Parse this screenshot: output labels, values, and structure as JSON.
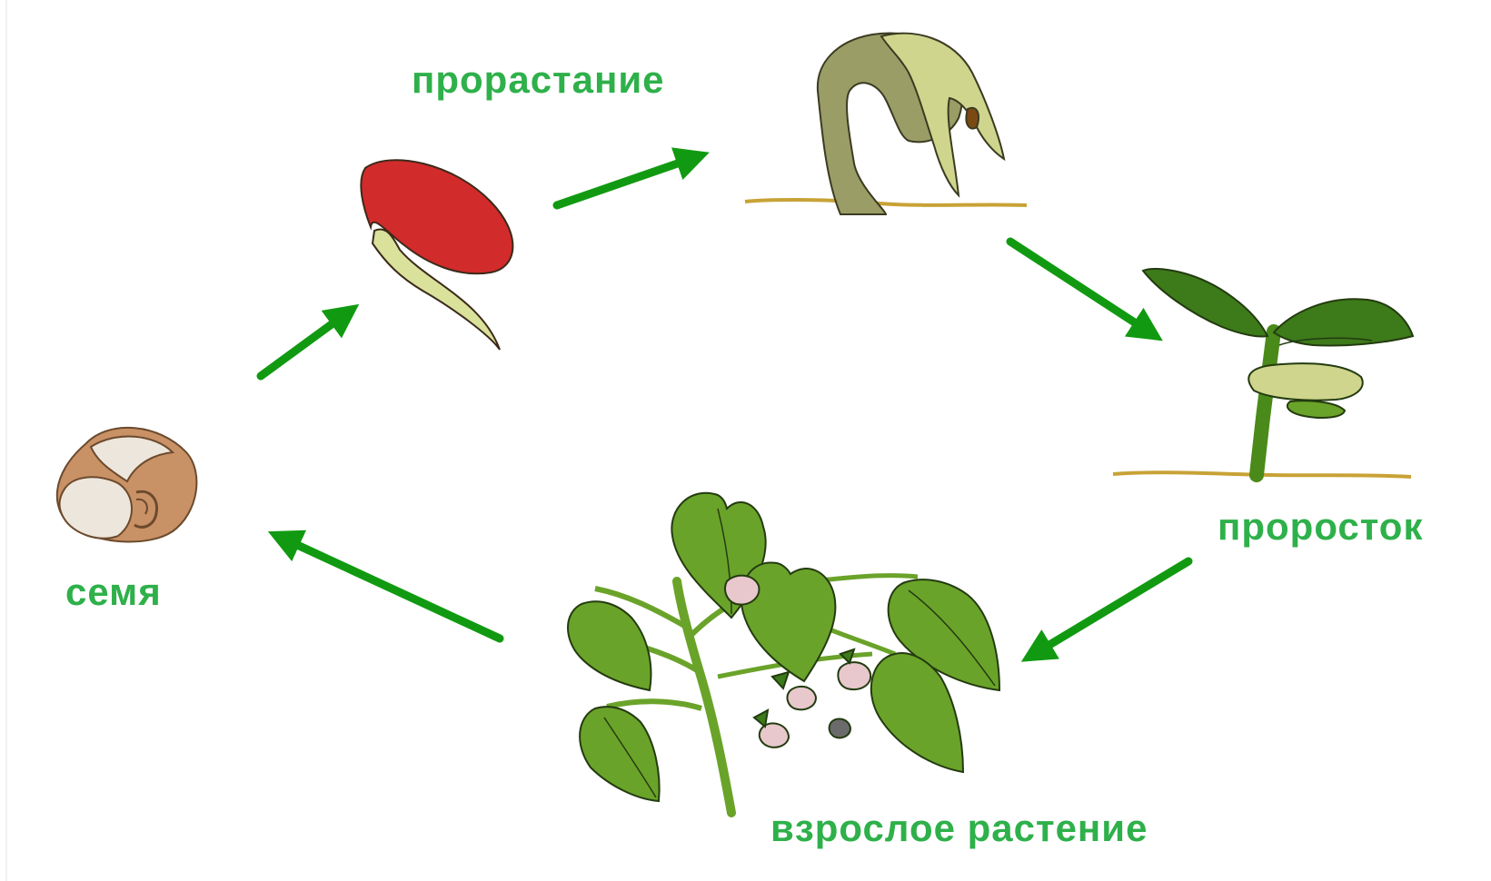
{
  "title": "",
  "colors": {
    "label": "#2eb04a",
    "arrow": "#119a11",
    "seed_coat": "#c99166",
    "seed_inner": "#ede6dc",
    "germ_red": "#d22b2b",
    "root": "#d9e19b",
    "hook_stem": "#9a9d66",
    "cotyledon": "#cfd58c",
    "soil": "#c8a236",
    "leaf_dark": "#3d7a1a",
    "leaf": "#6aa329",
    "flower": "#e8c8cc"
  },
  "stages": [
    {
      "id": "seed",
      "label": "семя"
    },
    {
      "id": "germination",
      "label": "прорастание"
    },
    {
      "id": "seedling",
      "label": "проросток"
    },
    {
      "id": "adult",
      "label": "взрослое растение"
    }
  ],
  "cycle_order": [
    "seed",
    "germinating-seed",
    "germination",
    "seedling",
    "adult",
    "seed"
  ]
}
